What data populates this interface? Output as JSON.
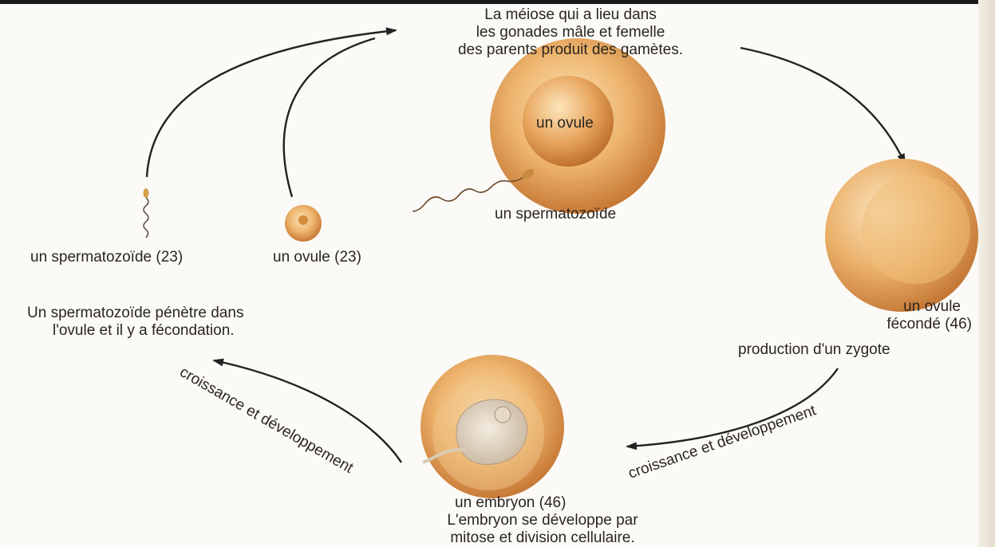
{
  "meiosis_caption": {
    "line1": "La méiose qui a lieu dans",
    "line2": "les gonades mâle et femelle",
    "line3": "des parents produit des gamètes."
  },
  "central_ovum_label": "un ovule",
  "central_sperm_label": "un spermatozoïde",
  "sperm_gamete_label": "un spermatozoïde (23)",
  "ovum_gamete_label": "un ovule (23)",
  "fertilization_caption": {
    "line1": "Un spermatozoïde pénètre dans",
    "line2": "l'ovule et il y a fécondation."
  },
  "fertilized_ovum_label": {
    "line1": "un ovule",
    "line2": "fécondé (46)"
  },
  "zygote_caption": "production d'un zygote",
  "growth_label_left": "croissance et développement",
  "growth_label_right": "croissance et développement",
  "embryo_label": "un embryon (46)",
  "embryo_caption": {
    "line1": "L'embryon se développe par",
    "line2": "mitose et division cellulaire."
  },
  "colors": {
    "cell_highlight": "#fbe0ae",
    "cell_mid": "#e6a35c",
    "cell_dark": "#b8692e",
    "arrow": "#222222"
  }
}
